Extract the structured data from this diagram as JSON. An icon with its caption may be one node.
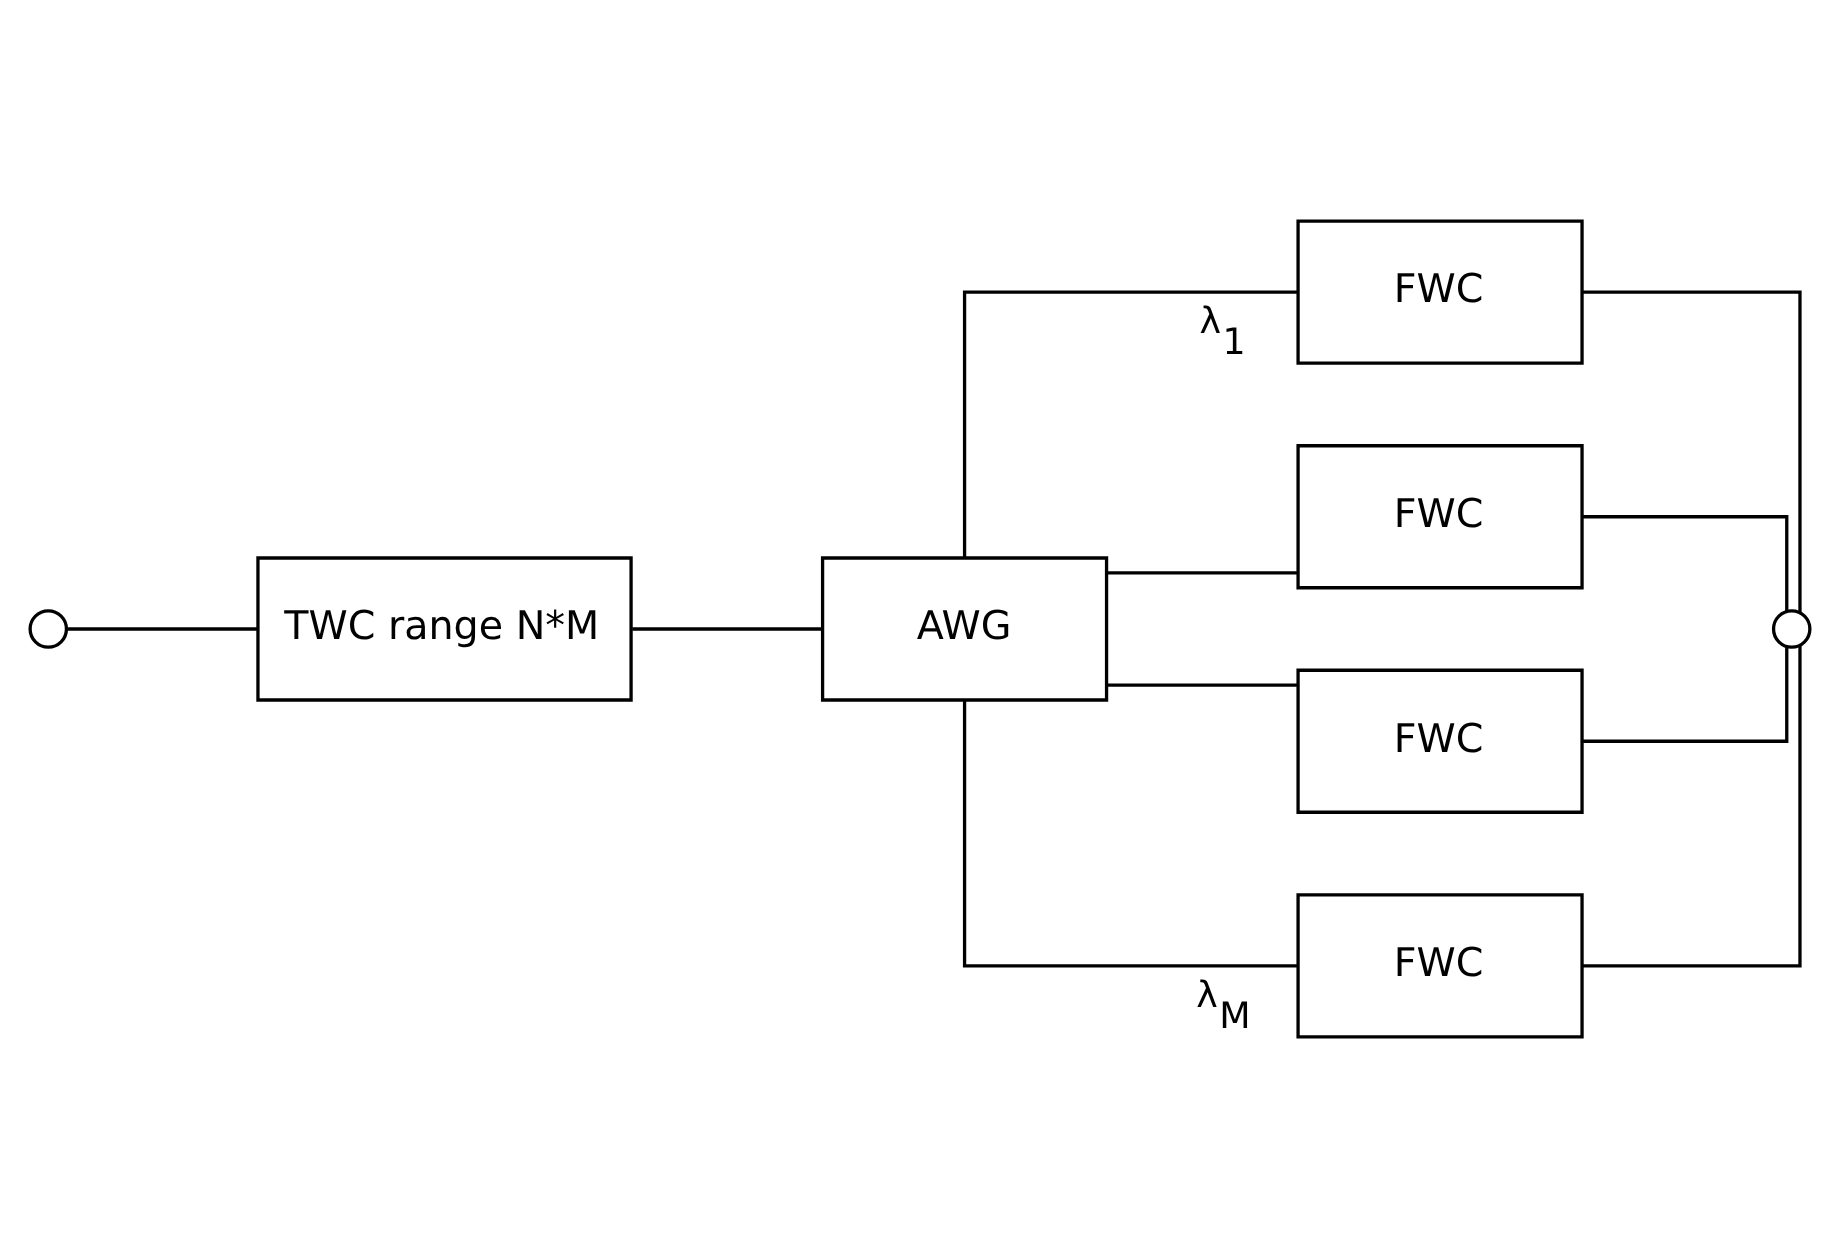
{
  "diagram": {
    "nodes": [
      {
        "text": [],
        "shape": "circle"
      },
      {
        "text": [
          "TWC range N*M"
        ]
      },
      {
        "text": [
          "AWG"
        ]
      },
      {
        "text": [
          "FWC"
        ]
      },
      {
        "text": [
          "FWC"
        ]
      },
      {
        "text": [
          "FWC"
        ]
      },
      {
        "text": [
          "FWC"
        ]
      },
      {
        "text": [],
        "shape": "circle"
      }
    ],
    "edges": [
      {
        "from": 0,
        "to": 1,
        "arrow": "none"
      },
      {
        "from": 1,
        "to": 2,
        "arrow": "none"
      },
      {
        "from": 2,
        "to": 3,
        "arrow": "none",
        "label": "λ$_{1}$"
      },
      {
        "from": 2,
        "to": 4,
        "arrow": "none"
      },
      {
        "from": 2,
        "to": 5,
        "arrow": "none"
      },
      {
        "from": 2,
        "to": 6,
        "arrow": "none",
        "label": "λ$_{M}$"
      },
      {
        "from": 3,
        "to": 7,
        "arrow": "none"
      },
      {
        "from": 4,
        "to": 7,
        "arrow": "none"
      },
      {
        "from": 5,
        "to": 7,
        "arrow": "none"
      },
      {
        "from": 6,
        "to": 7,
        "arrow": "none"
      }
    ]
  }
}
